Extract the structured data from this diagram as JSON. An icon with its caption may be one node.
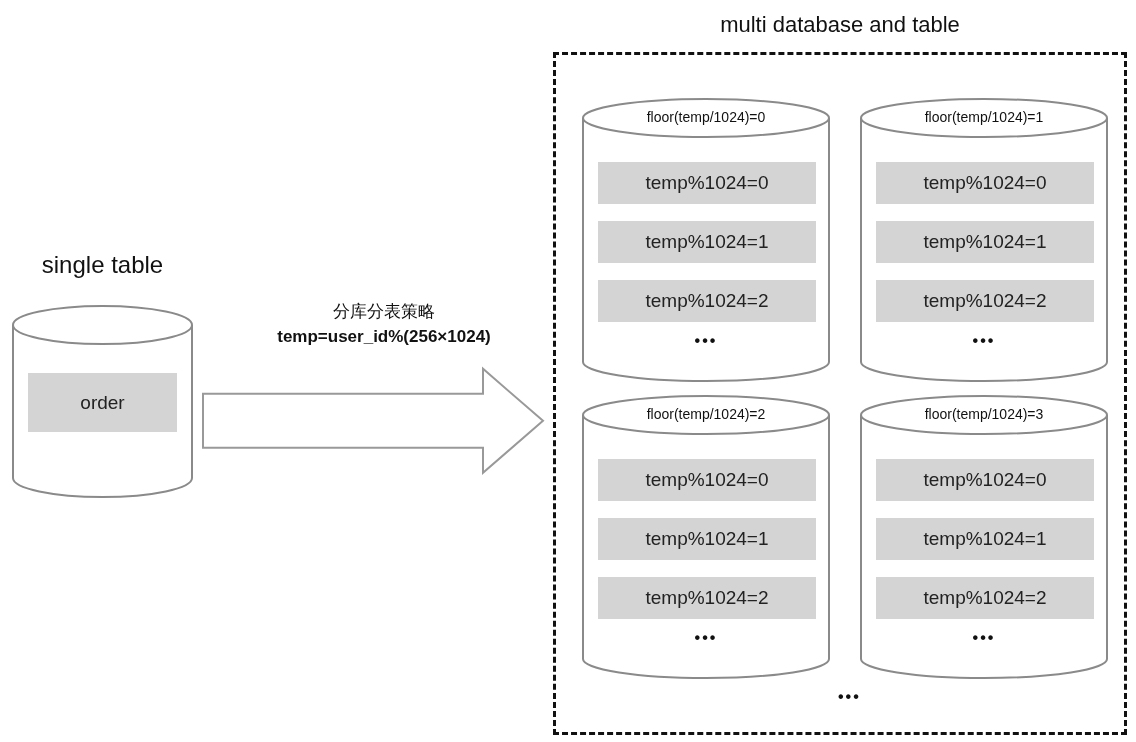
{
  "diagram": {
    "nodes": [
      {
        "text": [
          "single table"
        ]
      },
      {
        "text": [
          "order"
        ],
        "in": 0
      },
      {
        "text": [
          "multi database and table",
          "•••"
        ]
      },
      {
        "text": [
          "floor(temp/1024)=0",
          "•••"
        ],
        "in": 2
      },
      {
        "text": [
          "temp%1024=0"
        ],
        "in": 3
      },
      {
        "text": [
          "temp%1024=1"
        ],
        "in": 3
      },
      {
        "text": [
          "temp%1024=2"
        ],
        "in": 3
      },
      {
        "text": [
          "floor(temp/1024)=1",
          "•••"
        ],
        "in": 2
      },
      {
        "text": [
          "temp%1024=0"
        ],
        "in": 7
      },
      {
        "text": [
          "temp%1024=1"
        ],
        "in": 7
      },
      {
        "text": [
          "temp%1024=2"
        ],
        "in": 7
      },
      {
        "text": [
          "floor(temp/1024)=2",
          "•••"
        ],
        "in": 2
      },
      {
        "text": [
          "temp%1024=0"
        ],
        "in": 11
      },
      {
        "text": [
          "temp%1024=1"
        ],
        "in": 11
      },
      {
        "text": [
          "temp%1024=2"
        ],
        "in": 11
      },
      {
        "text": [
          "floor(temp/1024)=3",
          "•••"
        ],
        "in": 2
      },
      {
        "text": [
          "temp%1024=0"
        ],
        "in": 15
      },
      {
        "text": [
          "temp%1024=1"
        ],
        "in": 15
      },
      {
        "text": [
          "temp%1024=2"
        ],
        "in": 15
      }
    ],
    "edges": [
      {
        "from": 0,
        "to": 2,
        "arrow": "to",
        "style": "thick"
      }
    ],
    "labels": [
      "分库分表策略",
      "temp=user_id%(256×1024)"
    ]
  }
}
